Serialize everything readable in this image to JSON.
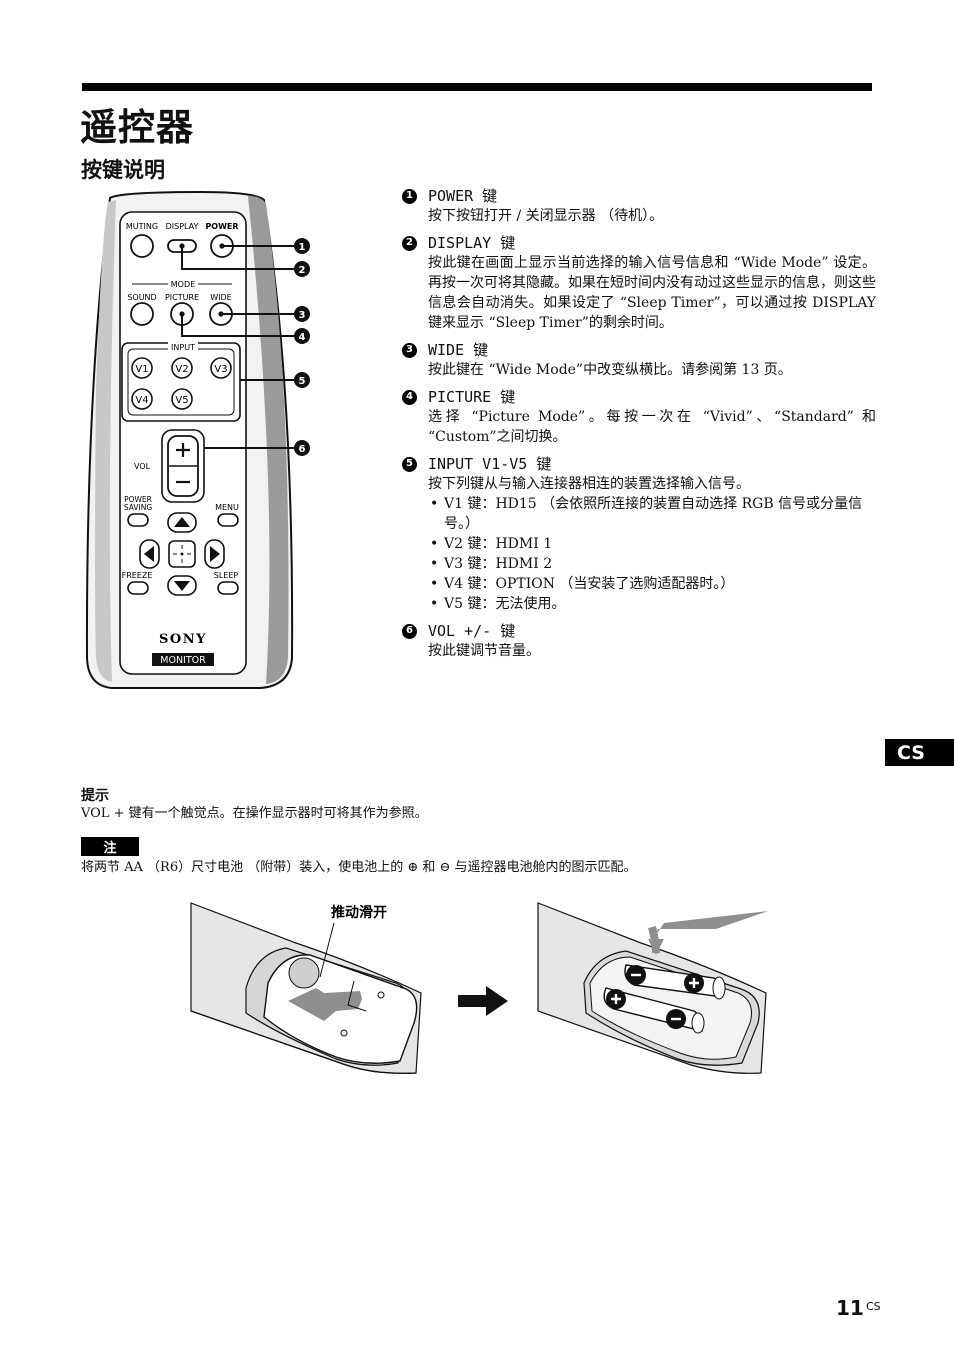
{
  "title": "遥控器",
  "section_title": "按键说明",
  "remote": {
    "labels": {
      "muting": "MUTING",
      "display": "DISPLAY",
      "power": "POWER",
      "mode": "MODE",
      "sound": "SOUND",
      "picture": "PICTURE",
      "wide": "WIDE",
      "input": "INPUT",
      "vol": "VOL",
      "power_saving_1": "POWER",
      "power_saving_2": "SAVING",
      "menu": "MENU",
      "freeze": "FREEZE",
      "sleep": "SLEEP",
      "brand": "SONY",
      "model": "MONITOR"
    },
    "inputs": [
      "V1",
      "V2",
      "V3",
      "V4",
      "V5"
    ],
    "callouts": [
      "1",
      "2",
      "3",
      "4",
      "5",
      "6"
    ]
  },
  "items": [
    {
      "num": "1",
      "heading": "POWER 键",
      "body": "按下按钮打开 / 关闭显示器 （待机）。"
    },
    {
      "num": "2",
      "heading": "DISPLAY 键",
      "body": "按此键在画面上显示当前选择的输入信号信息和 “Wide Mode” 设定。再按一次可将其隐藏。如果在短时间内没有动过这些显示的信息，则这些信息会自动消失。如果设定了 “Sleep Timer”，可以通过按 DISPLAY 键来显示 “Sleep Timer”的剩余时间。"
    },
    {
      "num": "3",
      "heading": "WIDE 键",
      "body": "按此键在 “Wide Mode”中改变纵横比。请参阅第 13 页。"
    },
    {
      "num": "4",
      "heading": "PICTURE 键",
      "body": "选择 “Picture Mode”。每按一次在 “Vivid”、“Standard” 和 “Custom”之间切换。"
    },
    {
      "num": "5",
      "heading": "INPUT V1-V5 键",
      "body": "按下列键从与输入连接器相连的装置选择输入信号。",
      "bullets": [
        "V1 键：HD15 （会依照所连接的装置自动选择 RGB 信号或分量信号。）",
        "V2 键：HDMI 1",
        "V3 键：HDMI 2",
        "V4 键：OPTION （当安装了选购适配器时。）",
        "V5 键：无法使用。"
      ]
    },
    {
      "num": "6",
      "heading": "VOL +/- 键",
      "body": "按此键调节音量。"
    }
  ],
  "lang_tab": "CS",
  "hint": {
    "title": "提示",
    "text": "VOL + 键有一个触觉点。在操作显示器时可将其作为参照。"
  },
  "note": {
    "badge": "注",
    "text": "将两节 AA （R6）尺寸电池 （附带）装入，使电池上的 ⊕ 和 ⊖ 与遥控器电池舱内的图示匹配。"
  },
  "battery_label": "推动滑开",
  "page": {
    "number": "11",
    "suffix": "CS"
  }
}
